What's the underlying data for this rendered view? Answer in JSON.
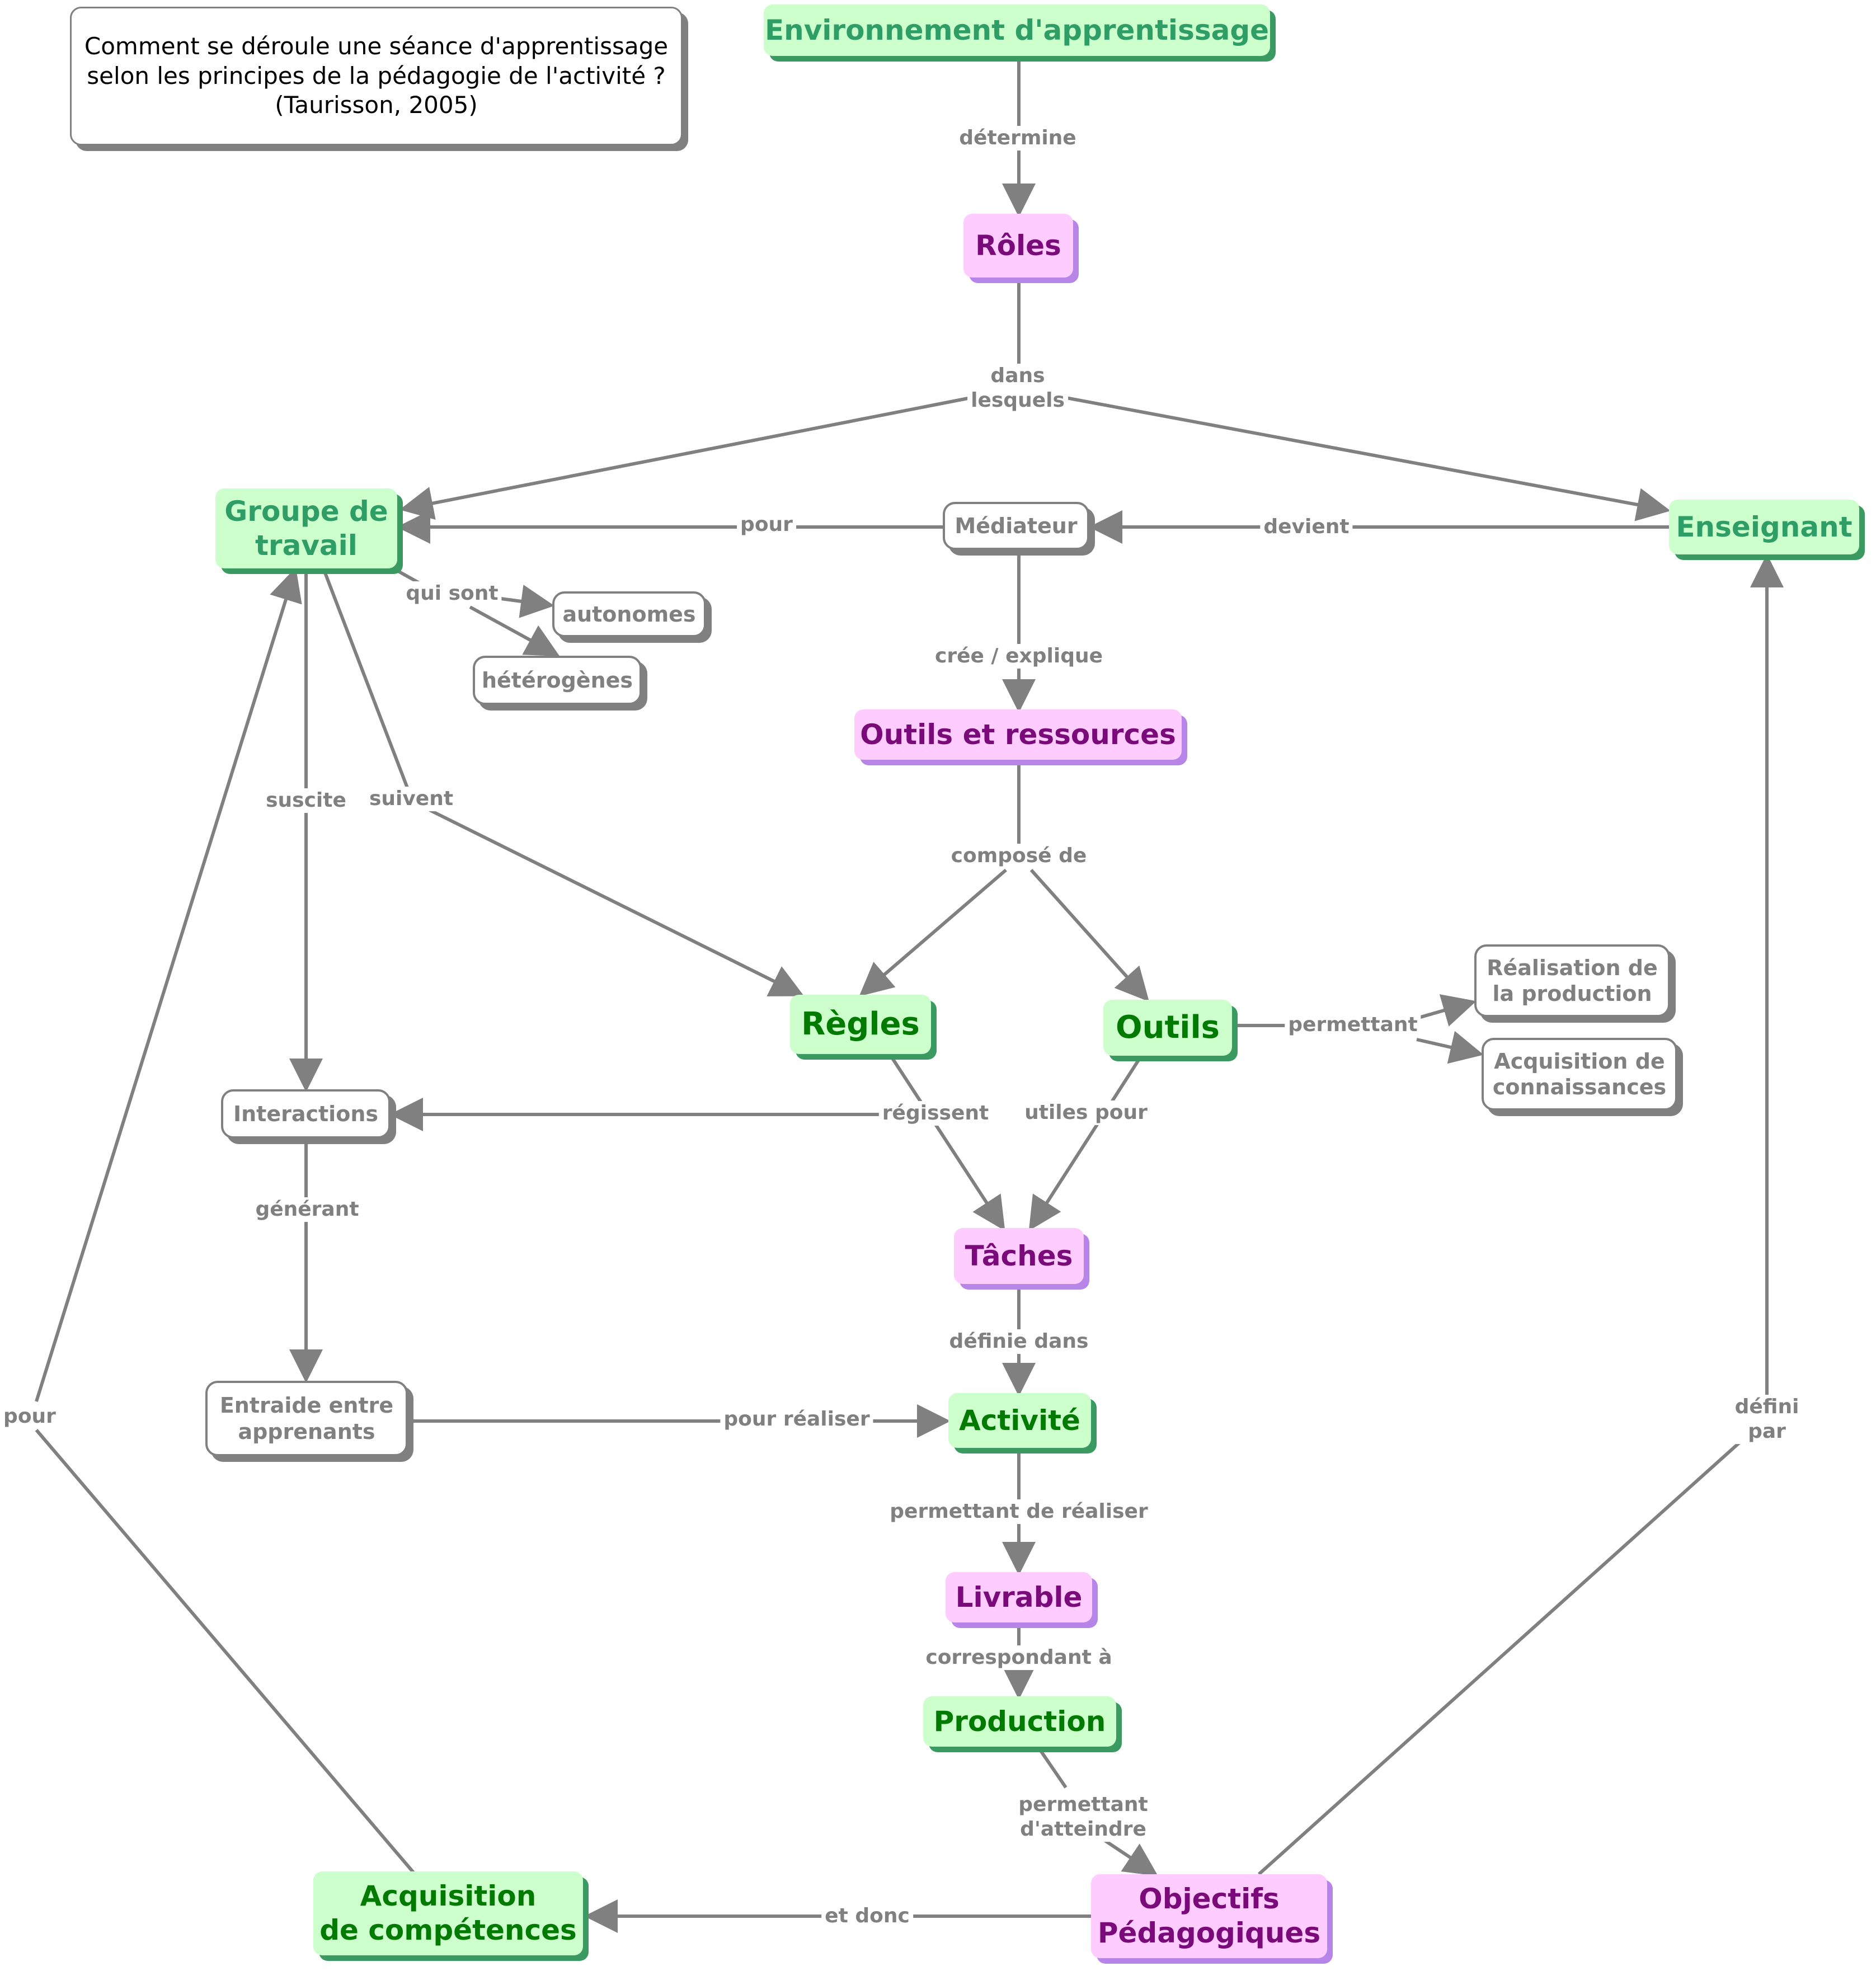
{
  "question": "Comment se déroule une séance d'apprentissage\nselon les principes de la pédagogie de l'activité ?\n(Taurisson, 2005)",
  "colors": {
    "edge": "#808080",
    "green_fill": "#ccffcc",
    "green_text": "#2e9e66",
    "dark_green_text": "#007a00",
    "pink_fill": "#ffccff",
    "pink_text": "#7a0a7a"
  },
  "nodes": {
    "environnement": "Environnement d'apprentissage",
    "roles": "Rôles",
    "groupe": "Groupe de\ntravail",
    "mediateur": "Médiateur",
    "enseignant": "Enseignant",
    "autonomes": "autonomes",
    "heterogenes": "hétérogènes",
    "outils_ressources": "Outils et ressources",
    "regles": "Règles",
    "outils": "Outils",
    "realisation": "Réalisation de\nla production",
    "acquisition_conn": "Acquisition de\nconnaissances",
    "interactions": "Interactions",
    "taches": "Tâches",
    "entraide": "Entraide entre\napprenants",
    "activite": "Activité",
    "livrable": "Livrable",
    "production": "Production",
    "acquisition_comp": "Acquisition\nde compétences",
    "objectifs": "Objectifs\nPédagogiques"
  },
  "links": {
    "determine": "détermine",
    "dans_lesquels": "dans\nlesquels",
    "pour_mediateur": "pour",
    "devient": "devient",
    "qui_sont": "qui sont",
    "cree_explique": "crée / explique",
    "suscite": "suscite",
    "suivent": "suivent",
    "compose_de": "composé de",
    "permettant": "permettant",
    "regissent": "régissent",
    "utiles_pour": "utiles pour",
    "generant": "générant",
    "definie_dans": "définie dans",
    "pour_realiser": "pour réaliser",
    "permettant_realiser": "permettant de réaliser",
    "correspondant": "correspondant à",
    "permettant_atteindre": "permettant\nd'atteindre",
    "et_donc": "et donc",
    "pour_left": "pour",
    "defini_par": "défini par"
  }
}
